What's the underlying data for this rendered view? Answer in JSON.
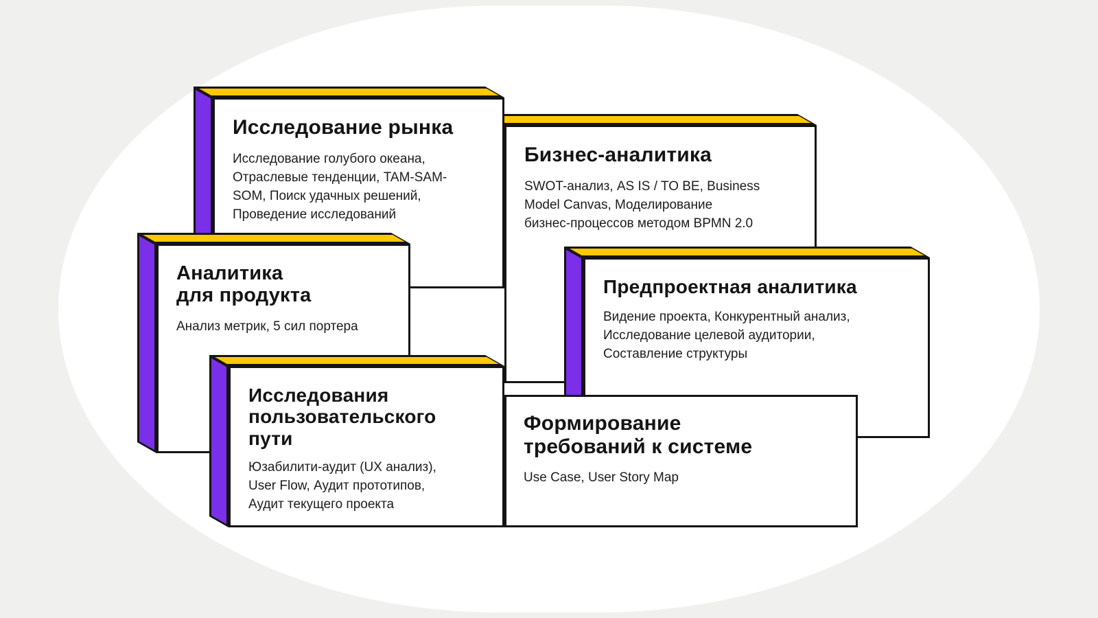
{
  "palette": {
    "background": "#F0F0EE",
    "blob": "#FFFFFF",
    "accent_yellow": "#FFC806",
    "accent_purple": "#7A2FE8",
    "border": "#141414",
    "text": "#141414"
  },
  "cards": [
    {
      "id": "market-research",
      "title": "Исследование рынка",
      "body": "Исследование голубого океана,\nОтраслевые тенденции, TAM-SAM-\nSOM, Поиск удачных решений,\nПроведение исследований"
    },
    {
      "id": "business-analytics",
      "title": "Бизнес-аналитика",
      "body": "SWOT-анализ, AS IS / TO BE, Business\nModel Canvas, Моделирование\nбизнес-процессов методом BPMN 2.0"
    },
    {
      "id": "product-analytics",
      "title": "Аналитика\nдля продукта",
      "body": "Анализ метрик, 5 сил портера"
    },
    {
      "id": "preproject-analytics",
      "title": "Предпроектная аналитика",
      "body": "Видение проекта, Конкурентный анализ,\nИсследование целевой аудитории,\nСоставление структуры"
    },
    {
      "id": "user-journey",
      "title": "Исследования\nпользовательского\nпути",
      "body": "Юзабилити-аудит (UX анализ),\nUser Flow, Аудит прототипов,\nАудит текущего проекта"
    },
    {
      "id": "requirements",
      "title": "Формирование\nтребований к системе",
      "body": "Use Case, User Story Map"
    }
  ]
}
